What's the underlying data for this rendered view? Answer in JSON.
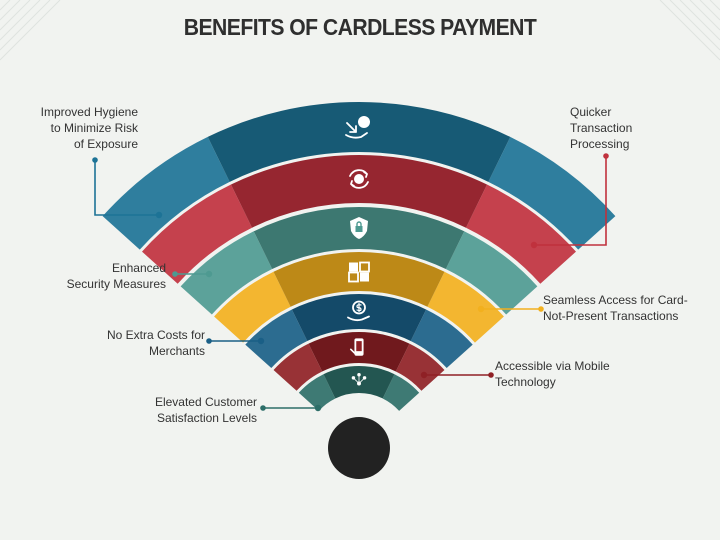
{
  "title": "BENEFITS OF CARDLESS PAYMENT",
  "colors": {
    "background": "#f1f3f0",
    "band1": "#1d7396",
    "band2": "#c0313d",
    "band3": "#4e9a91",
    "band4": "#f2b01e",
    "band5": "#1a5f86",
    "band6": "#8f2025",
    "band7": "#2d6e68",
    "base": "#222222"
  },
  "benefits": [
    {
      "line1": "Improved Hygiene",
      "line2": "to Minimize Risk",
      "line3": "of Exposure",
      "icon": "hand-money-down-icon",
      "color": "#1d7396"
    },
    {
      "line1": "Quicker",
      "line2": "Transaction",
      "line3": "Processing",
      "icon": "coin-cycle-icon",
      "color": "#c0313d"
    },
    {
      "line1": "Enhanced",
      "line2": "Security Measures",
      "line3": "",
      "icon": "lock-shield-icon",
      "color": "#4e9a91"
    },
    {
      "line1": "Seamless Access for Card-",
      "line2": "Not-Present Transactions",
      "line3": "",
      "icon": "puzzle-payment-icon",
      "color": "#f2b01e"
    },
    {
      "line1": "No Extra Costs for",
      "line2": "Merchants",
      "line3": "",
      "icon": "hand-dollar-icon",
      "color": "#1a5f86"
    },
    {
      "line1": "Accessible via Mobile",
      "line2": "Technology",
      "line3": "",
      "icon": "mobile-phone-icon",
      "color": "#8f2025"
    },
    {
      "line1": "Elevated Customer",
      "line2": "Satisfaction Levels",
      "line3": "",
      "icon": "satisfaction-network-icon",
      "color": "#2d6e68"
    }
  ]
}
